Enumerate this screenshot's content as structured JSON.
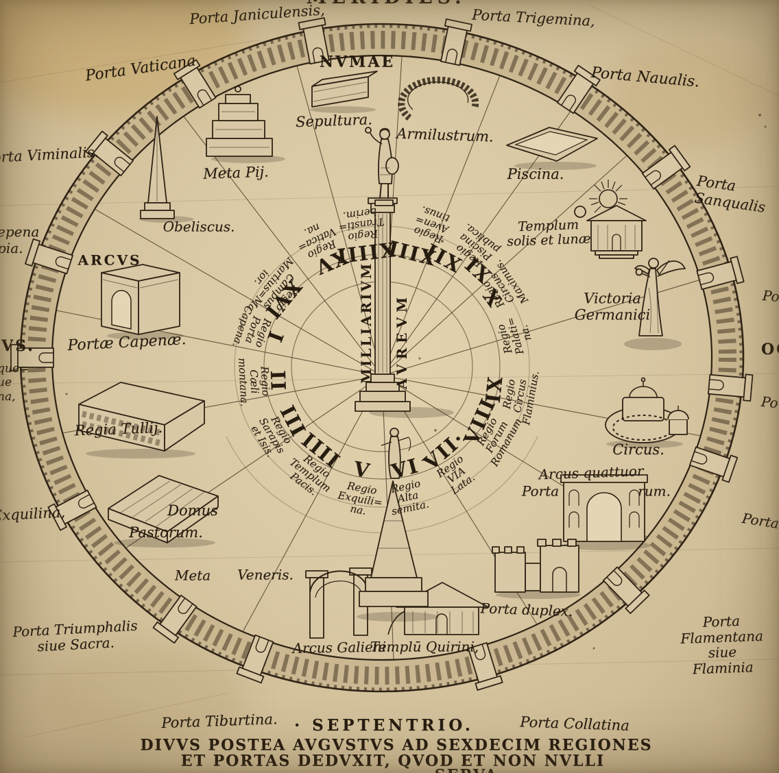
{
  "cardinals": {
    "top": "MERIDIES.",
    "bottom": "· SEPTENTRIO.",
    "right_clipped": "OCCIDENS",
    "left_fragment": "VS."
  },
  "column": {
    "left_text": "MILLIARIVM",
    "right_text": "AVREVM"
  },
  "regions": [
    {
      "numeral": "I",
      "name": [
        "Regio",
        "Porta",
        "Capena."
      ]
    },
    {
      "numeral": "II",
      "name": [
        "Regio",
        "Cæli",
        "montana."
      ]
    },
    {
      "numeral": "III",
      "name": [
        "Regio",
        "Sarapis",
        "et Isis."
      ]
    },
    {
      "numeral": "IIII",
      "name": [
        "Regio",
        "Templum",
        "Pacis."
      ]
    },
    {
      "numeral": "V",
      "name": [
        "Regio",
        "Exquili=",
        "na."
      ]
    },
    {
      "numeral": "VI",
      "name": [
        "Regio",
        "Alta",
        "semita."
      ]
    },
    {
      "numeral": "VII·",
      "name": [
        "Regio",
        "VIA",
        "Lata."
      ]
    },
    {
      "numeral": "VIII",
      "name": [
        "Regio",
        "Forum",
        "Romanum"
      ]
    },
    {
      "numeral": "IX",
      "name": [
        "Regio",
        "Circus",
        "Flaminius."
      ]
    },
    {
      "numeral": "X",
      "name": [
        "Regio",
        "Palati=",
        "na."
      ]
    },
    {
      "numeral": "XI",
      "name": [
        "Regio",
        "Circus",
        "Maximus."
      ]
    },
    {
      "numeral": "XII",
      "name": [
        "Regio",
        "Piscina",
        "publica."
      ]
    },
    {
      "numeral": "XIII",
      "name": [
        "Regio",
        "Aven=",
        "tinus."
      ]
    },
    {
      "numeral": "XIIII",
      "name": [
        "Regio",
        "Transti=",
        "berim."
      ]
    },
    {
      "numeral": "XV",
      "name": [
        "Regio",
        "Vatica=",
        "na."
      ]
    },
    {
      "numeral": "XVI",
      "name": [
        "Regio",
        "Campus",
        "Martius=Ma",
        "ior."
      ]
    }
  ],
  "gates": {
    "janiculensis": "Porta Janiculensis,",
    "trigemina": "Porta Trigemina,",
    "vaticana": "Porta Vaticana",
    "naualis": "Porta Naualis.",
    "viminalis": "Porta Viminalis.",
    "sanqualis": "Porta Sanqualis",
    "triumphalis": [
      "Porta Triumphalis",
      "siue Sacra."
    ],
    "flamentana": [
      "Porta Flamentana",
      "siue Flaminia"
    ],
    "tiburtina": "Porta Tiburtina.",
    "collatina": "Porta Collatina",
    "duplex": "Porta duplex.",
    "exquilina_fragment": "Exquilina,",
    "left_fragment_a": [
      "epena",
      "pia."
    ],
    "left_fragment_b": [
      "que=",
      "ue",
      "na,"
    ],
    "right_fragment_a": "Po",
    "right_fragment_b": "Po",
    "right_fragment_c": "Porta"
  },
  "monuments": {
    "numae_title": "NVMAE",
    "sepultura": "Sepultura.",
    "armilustrum": "Armilustrum.",
    "meta_pij": "Meta Pij.",
    "piscina": "Piscina.",
    "templum_solis": [
      "Templum",
      "solis et lunæ"
    ],
    "obeliscus": "Obeliscus.",
    "arcus_title": "ARCVS",
    "portae_capenae": "Portæ Capenæ.",
    "victoria": [
      "Victoria",
      "Germanici"
    ],
    "regia_tullij": "Regia Tullij.",
    "circus": "Circus.",
    "arcus_quattuor": "Arcus quattuor",
    "arcus_quattuor_left": "Porta",
    "arcus_quattuor_right": "rum.",
    "domus": "Domus",
    "pastorum": "Pastorum.",
    "meta": "Meta",
    "veneris": "Veneris.",
    "arcus_galieni": "Arcus Galieni.",
    "templum_quirini": "Templū Quirini,"
  },
  "caption": {
    "line1": "DIVVS POSTEA AVGVSTVS AD SEXDECIM REGIONES",
    "line2": "ET PORTAS DEDVXIT, QVOD ET NON NVLLI",
    "line3_clipped": "SERVA"
  },
  "colors": {
    "parchment": "#d9c8a5",
    "ink": "#2b2013",
    "stain": "#bf9a52"
  }
}
